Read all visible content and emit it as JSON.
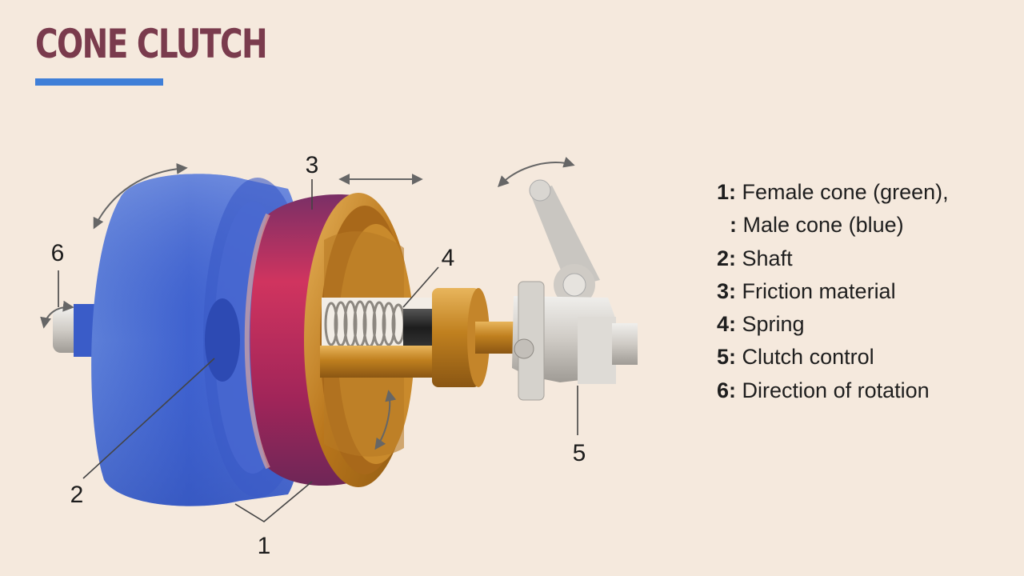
{
  "slide": {
    "title": "CONE CLUTCH"
  },
  "diagram": {
    "labels": {
      "one": "1",
      "two": "2",
      "three": "3",
      "four": "4",
      "five": "5",
      "six": "6"
    }
  },
  "legend": {
    "items": [
      {
        "key": "1:",
        "text": "Female cone (green),"
      },
      {
        "key": ":",
        "text": "Male cone (blue)"
      },
      {
        "key": "2:",
        "text": "Shaft"
      },
      {
        "key": "3:",
        "text": "Friction material"
      },
      {
        "key": "4:",
        "text": "Spring"
      },
      {
        "key": "5:",
        "text": "Clutch control"
      },
      {
        "key": "6:",
        "text": "Direction of rotation"
      }
    ]
  },
  "colors": {
    "background": "#f5e9dd",
    "title": "#7a3b4d",
    "title_underline": "#3f7fd8",
    "male_cone": "#4d74d6",
    "friction_material": "#b8285a",
    "female_cone": "#c98a2c",
    "control_parts": "#d6d3cf"
  }
}
